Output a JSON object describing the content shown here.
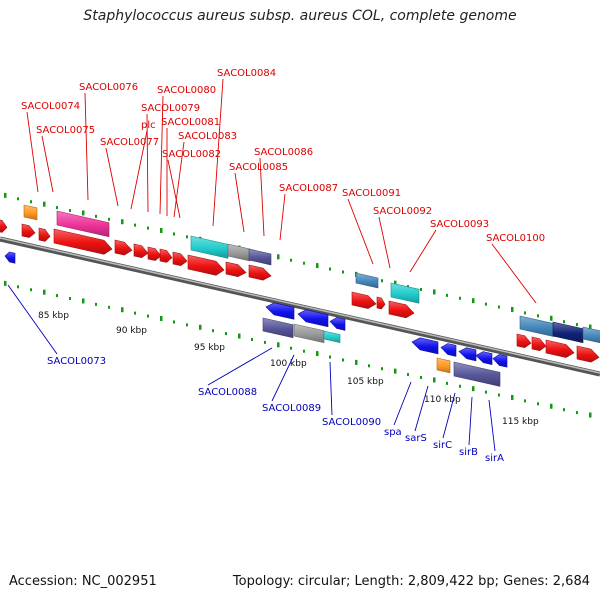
{
  "title": "Staphylococcus aureus subsp. aureus COL, complete genome",
  "accession": "Accession: NC_002951",
  "summary": "Topology: circular; Length: 2,809,422 bp; Genes: 2,684",
  "colors": {
    "forward_label": "#dd0000",
    "reverse_label": "#0000bb",
    "backbone": "#888888",
    "tick": "#119911",
    "red": "#ee1111",
    "blue": "#1111ee",
    "magenta": "#ee3399",
    "cyan": "#22cccc",
    "orange": "#ff9922",
    "slate": "#555599",
    "grey": "#999999",
    "steel": "#4488bb",
    "navy": "#112277"
  },
  "scale_labels": [
    "85 kbp",
    "90 kbp",
    "95 kbp",
    "100 kbp",
    "105 kbp",
    "110 kbp",
    "115 kbp"
  ],
  "forward_genes": [
    "SACOL0074",
    "SACOL0075",
    "SACOL0076",
    "SACOL0077",
    "plc",
    "SACOL0079",
    "SACOL0080",
    "SACOL0081",
    "SACOL0082",
    "SACOL0083",
    "SACOL0084",
    "SACOL0085",
    "SACOL0086",
    "SACOL0087",
    "SACOL0091",
    "SACOL0092",
    "SACOL0093",
    "SACOL0100"
  ],
  "reverse_genes": [
    "SACOL0073",
    "SACOL0088",
    "SACOL0089",
    "SACOL0090",
    "spa",
    "sarS",
    "sirC",
    "sirB",
    "sirA"
  ]
}
